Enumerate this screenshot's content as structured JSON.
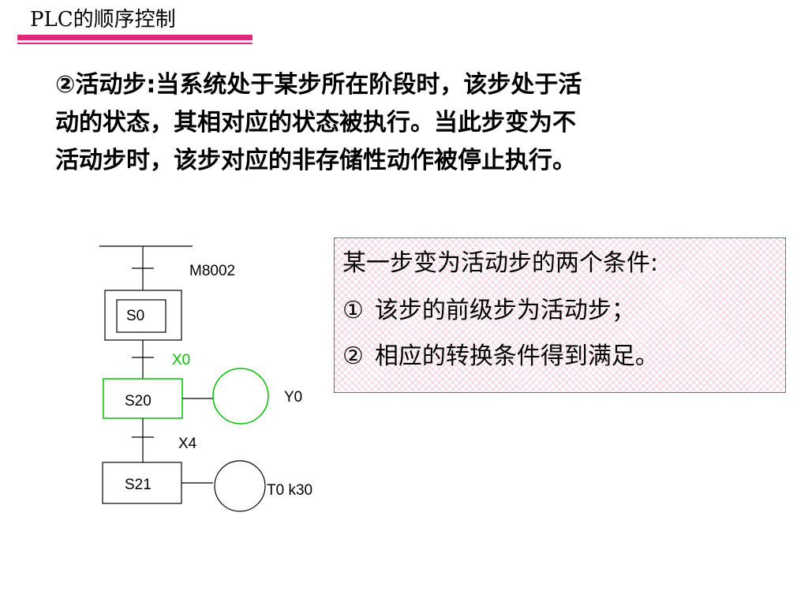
{
  "header": {
    "title": "PLC的顺序控制",
    "accent_color": "#e0287a"
  },
  "main": {
    "lines": [
      "②活动步:当系统处于某步所在阶段时，该步处于活",
      "动的状态，其相对应的状态被执行。当此步变为不",
      "活动步时，该步对应的非存储性动作被停止执行。"
    ]
  },
  "diagram": {
    "initial_transition": "M8002",
    "initial_step": "S0",
    "transition_1": "X0",
    "step_1": "S20",
    "action_1": "Y0",
    "transition_2": "X4",
    "step_2": "S21",
    "action_2": "T0 k30",
    "active_color": "#00c000"
  },
  "conditions": {
    "heading": "某一步变为活动步的两个条件:",
    "items": [
      {
        "num": "①",
        "text": "该步的前级步为活动步；"
      },
      {
        "num": "②",
        "text": "相应的转换条件得到满足。"
      }
    ]
  }
}
